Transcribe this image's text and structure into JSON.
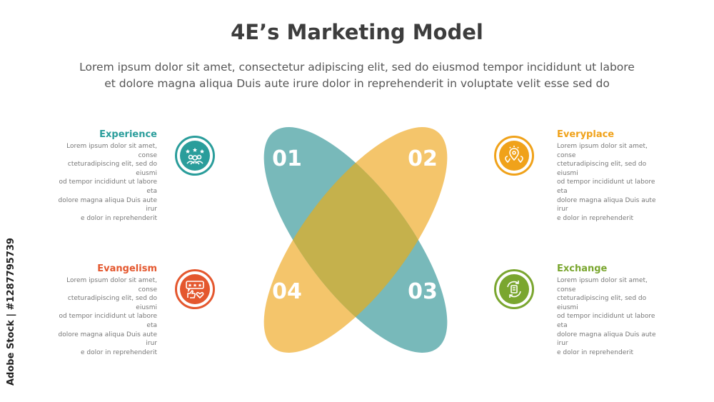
{
  "header": {
    "title": "4E’s Marketing Model",
    "subtitle_line1": "Lorem ipsum dolor sit amet, consectetur adipiscing elit, sed do eiusmod tempor incididunt ut labore",
    "subtitle_line2": "et dolore magna aliqua Duis aute irure dolor in reprehenderit in voluptate velit esse sed do"
  },
  "numbers": [
    "01",
    "02",
    "03",
    "04"
  ],
  "items": [
    {
      "heading": "Experience",
      "color": "#2a9d9b",
      "icon": "people-rating-icon",
      "lines": [
        "Lorem ipsum dolor sit amet, conse",
        "cteturadipiscing elit, sed do eiusmi",
        "od tempor incididunt ut labore eta",
        "dolore magna aliqua Duis aute irur",
        "e dolor in reprehenderit"
      ]
    },
    {
      "heading": "Everyplace",
      "color": "#f0a21a",
      "icon": "location-pins-icon",
      "lines": [
        "Lorem ipsum dolor sit amet, conse",
        "cteturadipiscing elit, sed do eiusmi",
        "od tempor incididunt ut labore eta",
        "dolore magna aliqua Duis aute irur",
        "e dolor in reprehenderit"
      ]
    },
    {
      "heading": "Exchange",
      "color": "#7aa62f",
      "icon": "exchange-arrows-icon",
      "lines": [
        "Lorem ipsum dolor sit amet, conse",
        "cteturadipiscing elit, sed do eiusmi",
        "od tempor incididunt ut labore eta",
        "dolore magna aliqua Duis aute irur",
        "e dolor in reprehenderit"
      ]
    },
    {
      "heading": "Evangelism",
      "color": "#e4572e",
      "icon": "review-like-icon",
      "lines": [
        "Lorem ipsum dolor sit amet, conse",
        "cteturadipiscing elit, sed do eiusmi",
        "od tempor incididunt ut labore eta",
        "dolore magna aliqua Duis aute irur",
        "e dolor in reprehenderit"
      ]
    }
  ],
  "petal_colors": {
    "teal": "#5aa9ab",
    "gold": "#f2b84b",
    "overlap": "#c5b14c"
  },
  "watermark": "Adobe Stock | #1287795739"
}
